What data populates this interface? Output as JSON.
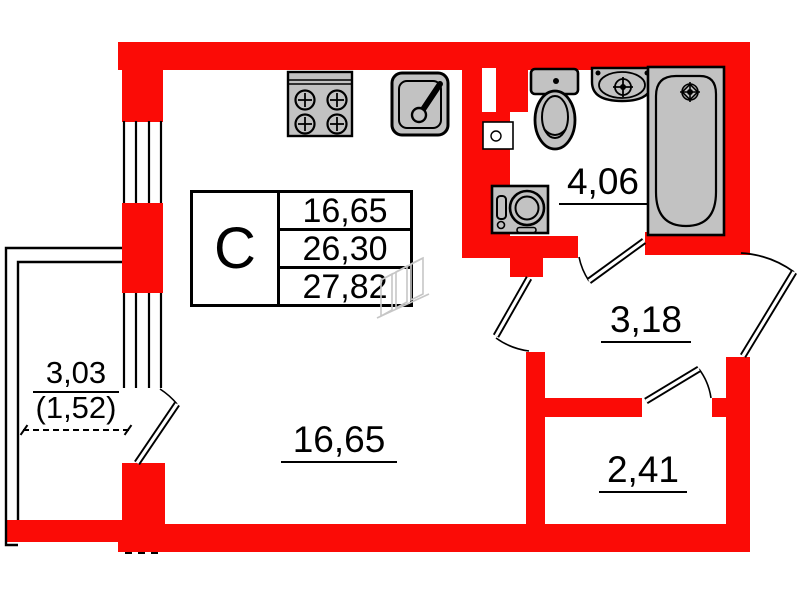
{
  "plan": {
    "colors": {
      "wall": "#fb0b06",
      "fixture": "#c2c2c2",
      "line": "#000000",
      "watermark": "#c6c6c6"
    },
    "info_table": {
      "type_label": "С",
      "values": [
        "16,65",
        "26,30",
        "27,82"
      ]
    },
    "room_labels": {
      "living": "16,65",
      "bathroom": "4,06",
      "hallway": "3,18",
      "bedroom": "2,41",
      "balcony_total": "3,03",
      "balcony_reduced": "(1,52)"
    },
    "fixtures": [
      "stove",
      "kitchen-sink",
      "toilet",
      "washbasin",
      "bathtub",
      "washing-machine",
      "vent-box"
    ]
  }
}
